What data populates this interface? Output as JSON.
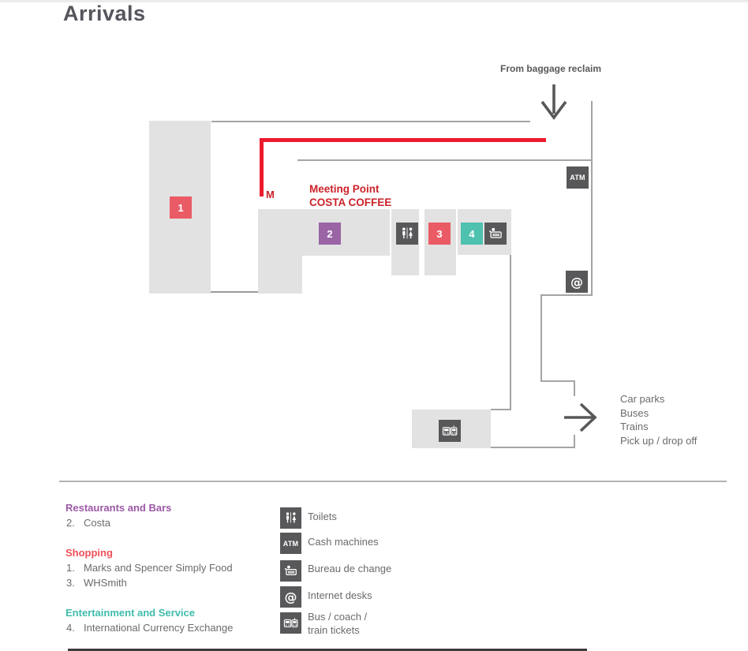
{
  "page": {
    "title": "Arrivals"
  },
  "map": {
    "from_baggage_label": "From baggage reclaim",
    "annotation": {
      "marker": "M",
      "line1": "Meeting Point",
      "line2": "COSTA COFFEE"
    },
    "markers": [
      "1",
      "2",
      "3",
      "4"
    ],
    "icon_labels": {
      "atm": "ATM",
      "internet": "@"
    },
    "exit": {
      "lines": [
        "Car parks",
        "Buses",
        "Trains",
        "Pick up / drop off"
      ]
    }
  },
  "legend": {
    "sections": [
      {
        "title": "Restaurants and Bars",
        "items": [
          {
            "num": "2.",
            "label": "Costa"
          }
        ]
      },
      {
        "title": "Shopping",
        "items": [
          {
            "num": "1.",
            "label": "Marks and Spencer Simply Food"
          },
          {
            "num": "3.",
            "label": "WHSmith"
          }
        ]
      },
      {
        "title": "Entertainment and Service",
        "items": [
          {
            "num": "4.",
            "label": "International Currency Exchange"
          }
        ]
      }
    ],
    "icons": [
      {
        "lines": [
          "Toilets"
        ]
      },
      {
        "lines": [
          "Cash machines"
        ]
      },
      {
        "lines": [
          "Bureau de change"
        ]
      },
      {
        "lines": [
          "Internet desks"
        ]
      },
      {
        "lines": [
          "Bus / coach /",
          "train tickets"
        ]
      }
    ]
  },
  "colors": {
    "restaurants_purple": "#9a64a5",
    "shopping_red": "#ea5b66",
    "entertainment_teal": "#4ec1af",
    "heading_purple": "#9c59a6",
    "heading_red": "#ef5158",
    "heading_teal": "#3fbcab",
    "annotation_red": "#ec1b2d",
    "icon_dark": "#58585a",
    "zone_gray": "#e2e2e2"
  }
}
